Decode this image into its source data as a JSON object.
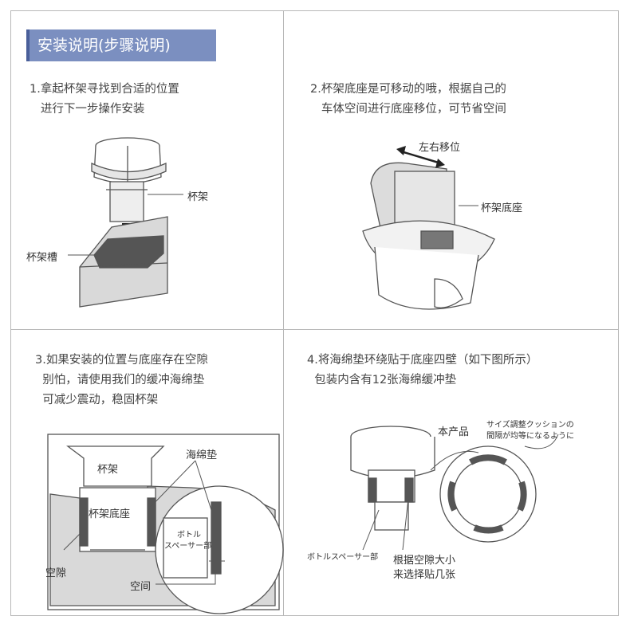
{
  "title": "安装说明(步骤说明)",
  "steps": [
    {
      "number": "1.",
      "lines": [
        "拿起杯架寻找到合适的位置",
        "进行下一步操作安装"
      ]
    },
    {
      "number": "2.",
      "lines": [
        "杯架底座是可移动的哦，根据自己的",
        "车体空间进行底座移位，可节省空间"
      ]
    },
    {
      "number": "3.",
      "lines": [
        "如果安装的位置与底座存在空隙",
        "别怕，请使用我们的缓冲海绵垫",
        "可减少震动，稳固杯架"
      ]
    },
    {
      "number": "4.",
      "lines": [
        "将海绵垫环绕贴于底座四壁（如下图所示）",
        "包装内含有12张海绵缓冲垫"
      ]
    }
  ],
  "figure1": {
    "holder_label": "杯架",
    "slot_label": "杯架槽"
  },
  "figure2": {
    "move_label": "左右移位",
    "base_label": "杯架底座"
  },
  "figure3": {
    "holder_label": "杯架",
    "sponge_label": "海绵垫",
    "base_label": "杯架底座",
    "gap_label": "空隙",
    "space_label": "空间",
    "bottle_spacer_label_1": "ボトル",
    "bottle_spacer_label_2": "スペーサー部"
  },
  "figure4": {
    "product_label": "本产品",
    "note_jp_1": "サイズ調整クッションの",
    "note_jp_2": "間隔が均等になるように",
    "bottle_spacer_label": "ボトルスペーサー部",
    "choose_label_1": "根据空隙大小",
    "choose_label_2": "来选择贴几张"
  },
  "colors": {
    "title_bg": "#7b8fc0",
    "title_accent": "#4a5f9a",
    "border": "#b8b8b8",
    "gray_fill": "#d9d9d9",
    "dark": "#555555"
  }
}
